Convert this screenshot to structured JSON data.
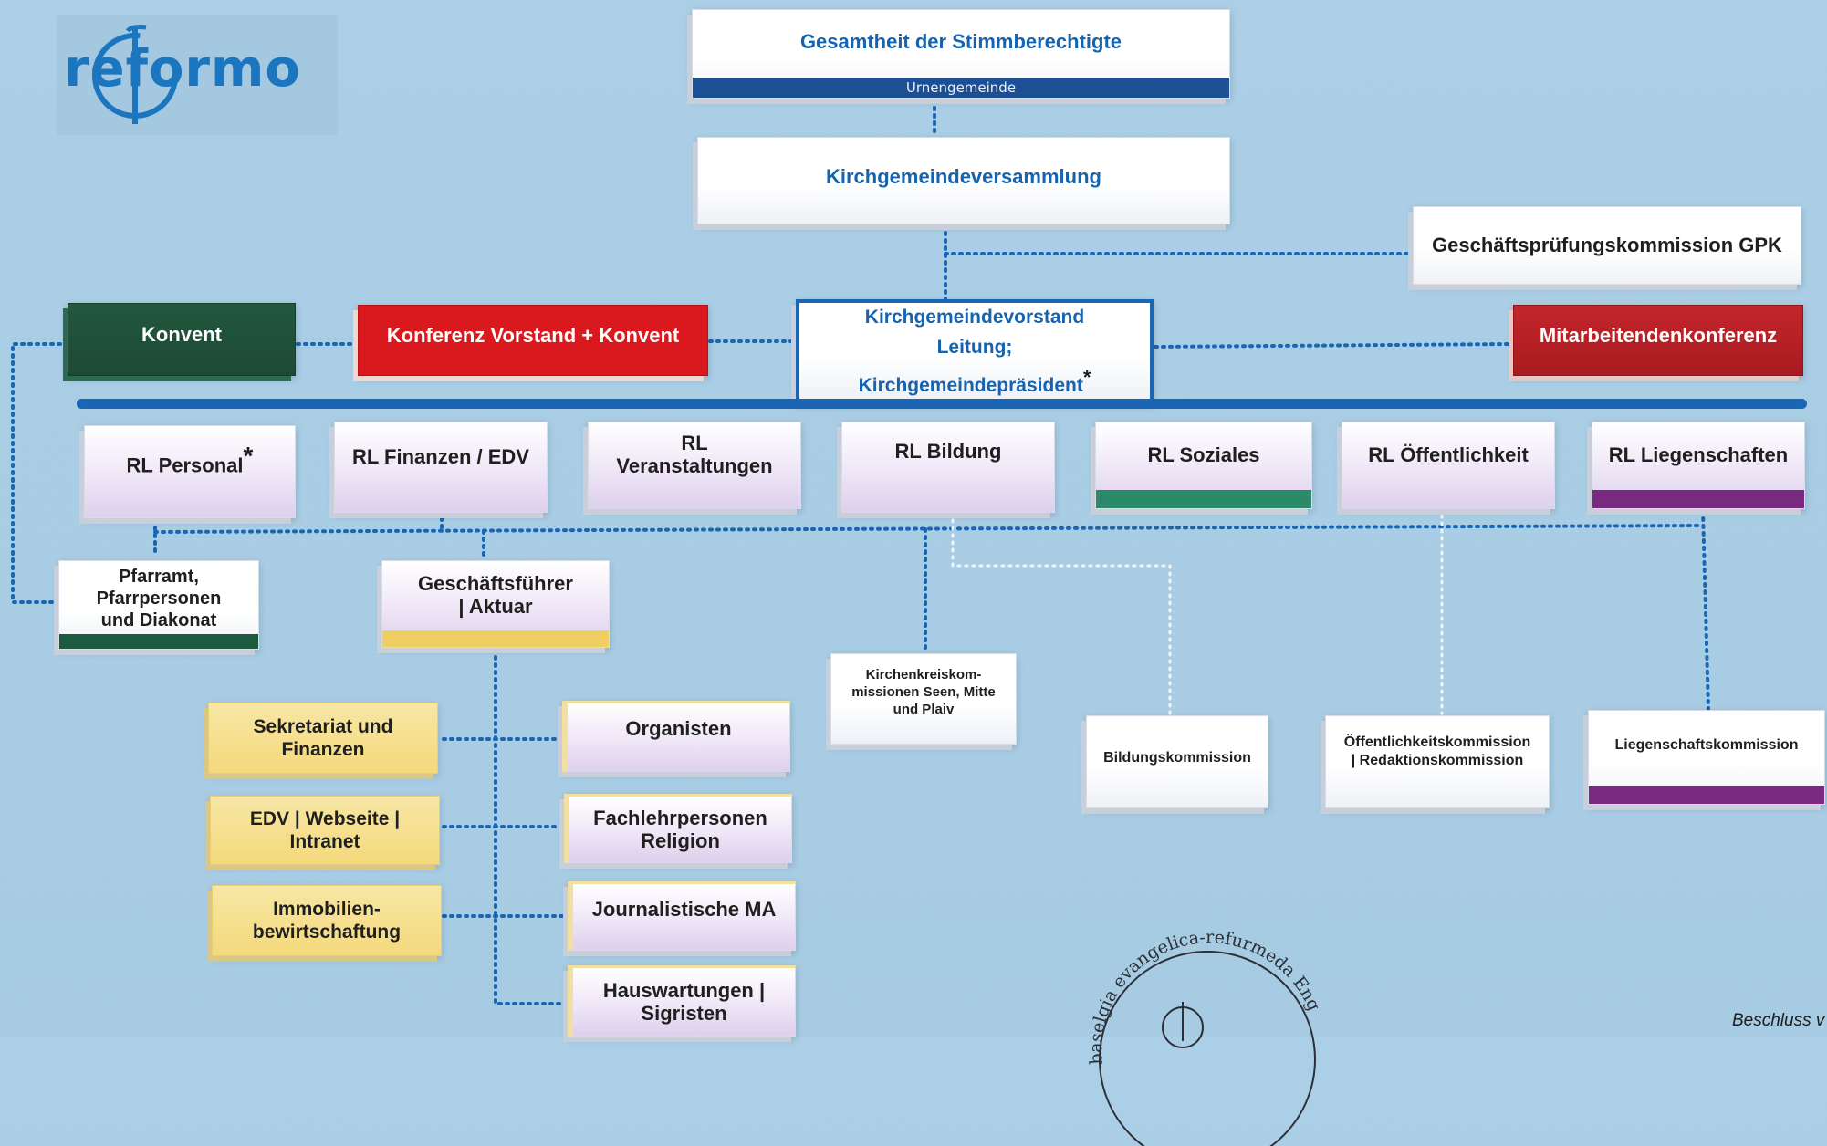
{
  "logo": {
    "text": "reformo"
  },
  "boxes": {
    "stimmberechtigte": {
      "title": "Gesamtheit der Stimmberechtigte",
      "subtitle": "Urnengemeinde"
    },
    "versammlung": {
      "title": "Kirchgemeindeversammlung"
    },
    "gpk": {
      "title": "Geschäftsprüfungskommission GPK"
    },
    "konvent": {
      "title": "Konvent"
    },
    "konferenz": {
      "title": "Konferenz Vorstand + Konvent"
    },
    "vorstand": {
      "line1": "Kirchgemeindevorstand",
      "line2": "Leitung;",
      "line3": "Kirchgemeindepräsident",
      "mark": "*"
    },
    "mitarbeitende": {
      "title": "Mitarbeitendenkonferenz"
    },
    "rl_personal": {
      "title": "RL Personal",
      "mark": "*"
    },
    "rl_finanzen": {
      "title": "RL Finanzen / EDV"
    },
    "rl_veranstaltungen": {
      "line1": "RL",
      "line2": "Veranstaltungen"
    },
    "rl_bildung": {
      "title": "RL Bildung"
    },
    "rl_soziales": {
      "title": "RL Soziales"
    },
    "rl_oeffentlichkeit": {
      "title": "RL Öffentlichkeit"
    },
    "rl_liegenschaften": {
      "title": "RL Liegenschaften"
    },
    "pfarramt": {
      "line1": "Pfarramt,",
      "line2": "Pfarrpersonen",
      "line3": "und Diakonat"
    },
    "geschaeftsfuehrer": {
      "line1": "Geschäftsführer",
      "line2": "| Aktuar"
    },
    "kirchenkreis": {
      "line1": "Kirchenkreiskom-",
      "line2": "missionen Seen, Mitte",
      "line3": "und Plaiv"
    },
    "bildungskommission": {
      "title": "Bildungskommission"
    },
    "oeffentlichkeitskommission": {
      "line1": "Öffentlichkeitskommission",
      "line2": "| Redaktionskommission"
    },
    "liegenschaftskommission": {
      "title": "Liegenschaftskommission"
    },
    "sekretariat": {
      "line1": "Sekretariat und",
      "line2": "Finanzen"
    },
    "edv": {
      "line1": "EDV | Webseite |",
      "line2": "Intranet"
    },
    "immobilien": {
      "line1": "Immobilien-",
      "line2": "bewirtschaftung"
    },
    "organisten": {
      "title": "Organisten"
    },
    "fachlehrpersonen": {
      "line1": "Fachlehrpersonen",
      "line2": "Religion"
    },
    "journalistische": {
      "title": "Journalistische MA"
    },
    "hauswartungen": {
      "line1": "Hauswartungen |",
      "line2": "Sigristen"
    }
  },
  "seal": {
    "text": "baselgia evangelica-refurmeda Engiadin'Ota"
  },
  "footer": {
    "note": "Beschluss v"
  },
  "colors": {
    "line_blue": "#1a66b5",
    "konvent_green": "#1f4f3a",
    "konferenz_red": "#d9191d",
    "mitarbeitende_red": "#b71d23",
    "soziales_bar": "#2b8a6a",
    "liegenschaften_bar": "#7a2a80",
    "yellow_bar": "#f0cf62",
    "green_bar": "#1e5a40"
  }
}
